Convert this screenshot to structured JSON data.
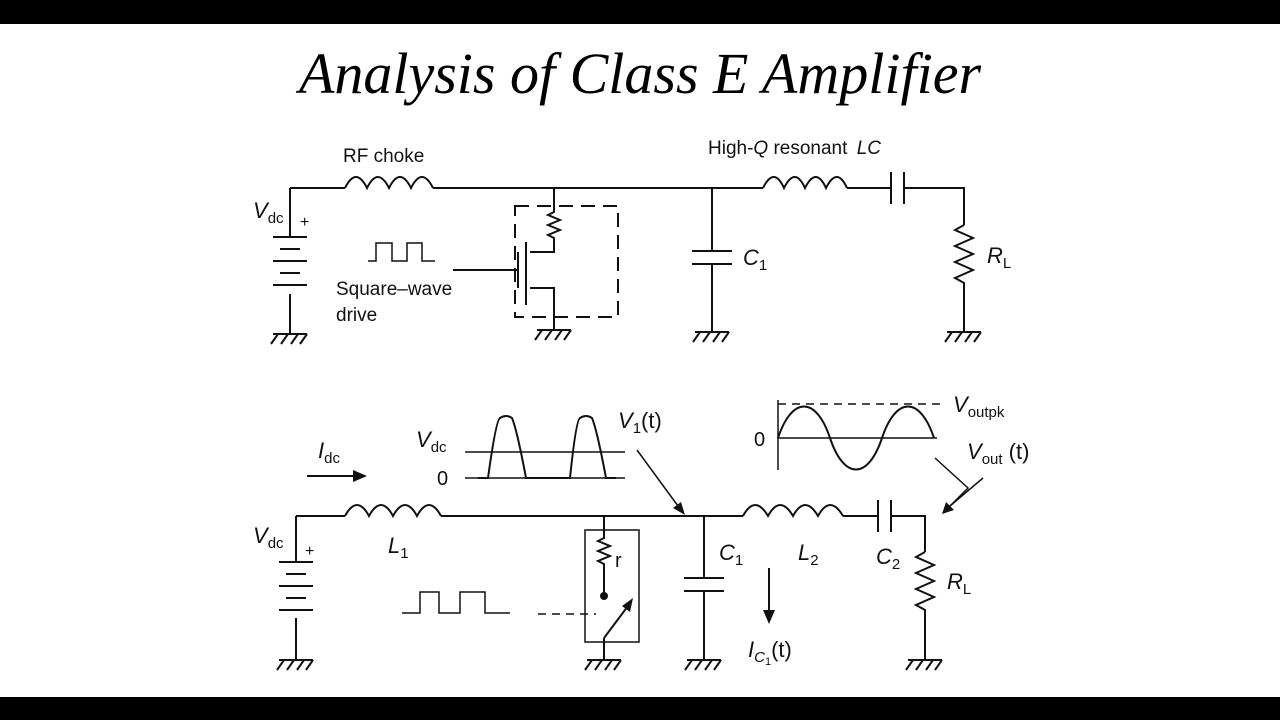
{
  "title": "Analysis of Class E Amplifier",
  "top": {
    "rf_choke": "RF choke",
    "resonant_pre": "High-",
    "resonant_q": "Q",
    "resonant_post": " resonant ",
    "resonant_lc": "LC",
    "vdc_main": "V",
    "vdc_sub": "dc",
    "plus": "+",
    "sq_line1": "Square–wave",
    "sq_line2": "drive",
    "c1_main": "C",
    "c1_sub": "1",
    "rl_main": "R",
    "rl_sub": "L"
  },
  "bottom": {
    "idc_main": "I",
    "idc_sub": "dc",
    "vdc_main": "V",
    "vdc_sub": "dc",
    "plus": "+",
    "l1_main": "L",
    "l1_sub": "1",
    "wave_vdc_main": "V",
    "wave_vdc_sub": "dc",
    "wave_zero": "0",
    "v1_main": "V",
    "v1_sub": "1",
    "v1_arg": "(t)",
    "vout_zero": "0",
    "voutpk_main": "V",
    "voutpk_sub": "outpk",
    "vout_main": "V",
    "vout_sub": "out",
    "vout_arg": " (t)",
    "r_label": "r",
    "c1_main": "C",
    "c1_sub": "1",
    "l2_main": "L",
    "l2_sub": "2",
    "c2_main": "C",
    "c2_sub": "2",
    "rl_main": "R",
    "rl_sub": "L",
    "ic1_main": "I",
    "ic1_sub": "C",
    "ic1_subsub": "1",
    "ic1_arg": "(t)"
  }
}
